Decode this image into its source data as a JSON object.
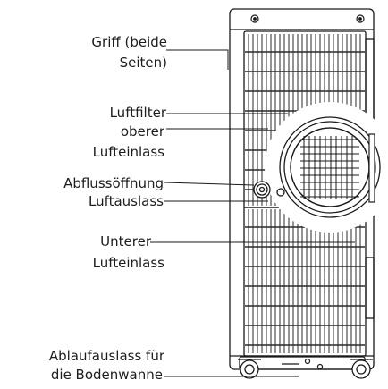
{
  "labels": {
    "griff_l1": "Griff (beide",
    "griff_l2": "Seiten)",
    "luftfilter": "Luftfilter",
    "oberer_l1": "oberer",
    "oberer_l2": "Lufteinlass",
    "abfluss": "Abflussöffnung",
    "luftauslass": "Luftauslass",
    "unterer_l1": "Unterer",
    "unterer_l2": "Lufteinlass",
    "ablauf_l1": "Ablaufauslass für",
    "ablauf_l2": "die Bodenwanne"
  },
  "colors": {
    "line": "#1a1a1a",
    "background": "#ffffff"
  }
}
